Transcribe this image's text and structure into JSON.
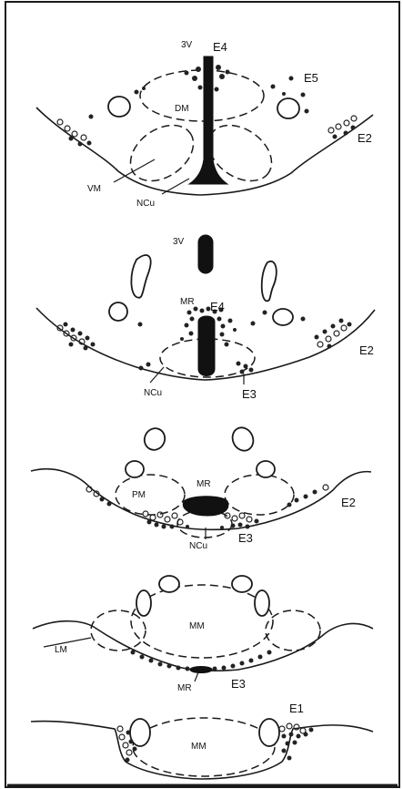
{
  "sections": [
    {
      "id": "section-1",
      "labels": {
        "ventricle": "3V",
        "e4": "E4",
        "e5": "E5",
        "e2": "E2",
        "dm": "DM",
        "vm": "VM",
        "ncu": "NCu"
      }
    },
    {
      "id": "section-2",
      "labels": {
        "ventricle": "3V",
        "mr": "MR",
        "e4": "E4",
        "e2": "E2",
        "e3": "E3",
        "ncu": "NCu"
      }
    },
    {
      "id": "section-3",
      "labels": {
        "pm": "PM",
        "mr": "MR",
        "e2": "E2",
        "e3": "E3",
        "ncu": "NCu"
      }
    },
    {
      "id": "section-4",
      "labels": {
        "mm": "MM",
        "lm": "LM",
        "mr": "MR",
        "e3": "E3"
      }
    },
    {
      "id": "section-5",
      "labels": {
        "mm": "MM",
        "e1": "E1"
      }
    }
  ],
  "colors": {
    "ink": "#111111",
    "paper": "#ffffff",
    "frame": "#1a1a1a"
  }
}
